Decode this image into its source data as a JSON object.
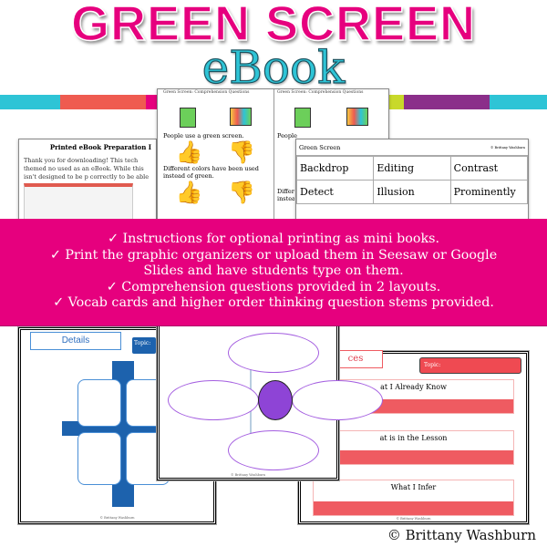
{
  "header": {
    "title": "GREEN SCREEN",
    "subtitle": "eBook"
  },
  "stripe_colors": [
    "#2ec4d6",
    "#ef5b50",
    "#e6007e",
    "#f5a11c",
    "#c8d92a",
    "#8b2f8a",
    "#2ec4d6"
  ],
  "preview_left": {
    "heading": "Printed eBook Preparation I",
    "body": "Thank you for downloading! This tech themed no used as an eBook. While this isn't designed to be p correctly to be able to print out if needed. Here is l"
  },
  "preview_questions": {
    "header": "Green Screen: Comprehension Questions",
    "q1": "People use a green screen.",
    "q2": "Different colors have been used instead of green.",
    "q1_short": "People",
    "q2_short": "Differ insteа"
  },
  "vocab_card": {
    "title": "Green Screen",
    "credit": "© Brittany Washburn",
    "words": [
      "Backdrop",
      "Editing",
      "Contrast",
      "Detect",
      "Illusion",
      "Prominently"
    ]
  },
  "banner": {
    "items": [
      "✓ Instructions for optional printing as mini books.",
      "✓ Print the graphic organizers or upload them in Seesaw or Google Slides and have students type on them.",
      "✓ Comprehension questions provided in 2 layouts.",
      "✓ Vocab cards and higher order thinking question stems provided."
    ]
  },
  "organizer_details": {
    "title": "Details",
    "topic": "Topic:",
    "credit": "© Brittany Washburn"
  },
  "organizer_web": {
    "credit": "© Brittany Washburn"
  },
  "organizer_inferences": {
    "title": "ces",
    "topic": "Topic:",
    "rows": [
      "at I Already Know",
      "at is in the Lesson",
      "What I Infer"
    ],
    "credit": "© Brittany Washburn"
  },
  "copyright": "© Brittany Washburn"
}
